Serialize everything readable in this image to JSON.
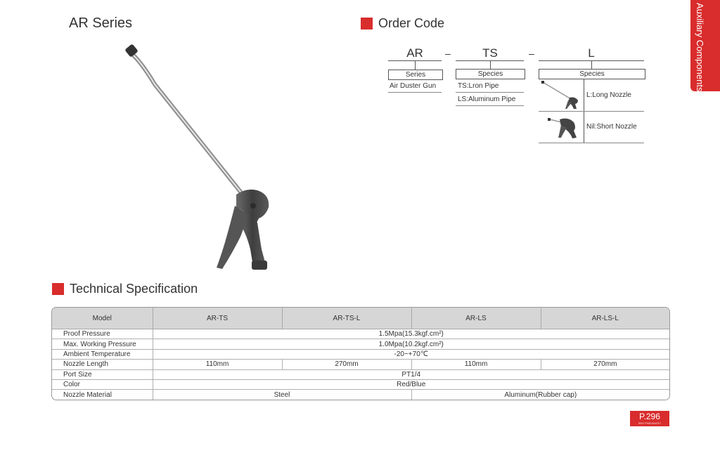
{
  "side_tab": "Auxiliary Components",
  "page_title": "AR Series",
  "order_code": {
    "heading": "Order Code",
    "parts": [
      "AR",
      "TS",
      "L"
    ],
    "dash": "–",
    "groups": [
      {
        "label": "Series",
        "options": [
          "Air Duster Gun"
        ]
      },
      {
        "label": "Species",
        "options": [
          "TS:Lron Pipe",
          "LS:Aluminum Pipe"
        ]
      },
      {
        "label": "Species",
        "options": [
          "L:Long Nozzle",
          "Nil:Short Nozzle"
        ]
      }
    ]
  },
  "tech_spec": {
    "heading": "Technical Specification",
    "header": [
      "Model",
      "AR-TS",
      "AR-TS-L",
      "AR-LS",
      "AR-LS-L"
    ],
    "rows": {
      "proof": {
        "label": "Proof Pressure",
        "value": "1.5Mpa(15.3kgf.cm²)"
      },
      "working": {
        "label": "Max. Working Pressure",
        "value": "1.0Mpa(10.2kgf.cm²)"
      },
      "ambient": {
        "label": "Ambient Temperature",
        "value": "-20~+70℃"
      },
      "nozzle_length": {
        "label": "Nozzle Length",
        "values": [
          "110mm",
          "270mm",
          "110mm",
          "270mm"
        ]
      },
      "port": {
        "label": "Port Size",
        "value": "PT1/4"
      },
      "color": {
        "label": "Color",
        "value": "Red/Blue"
      },
      "material": {
        "label": "Nozzle Material",
        "values": [
          "Steel",
          "Aluminum(Rubber cap)"
        ]
      }
    }
  },
  "page_number": {
    "num": "P.296",
    "sub": "SNS PNEUMATIC"
  },
  "colors": {
    "accent": "#d92c2c",
    "table_header": "#d6d6d6",
    "gun_body": "#4d4d4d",
    "pipe": "#b8b8b8"
  }
}
